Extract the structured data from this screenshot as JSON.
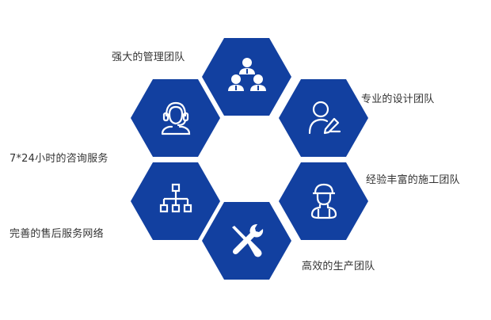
{
  "diagram": {
    "hex_color": "#1240a0",
    "icon_color": "#ffffff",
    "text_color": "#333333",
    "items": [
      {
        "id": "management",
        "label": "强大的管理团队",
        "icon": "team-hierarchy-icon"
      },
      {
        "id": "design",
        "label": "专业的设计团队",
        "icon": "user-edit-icon"
      },
      {
        "id": "construction",
        "label": "经验丰富的施工团队",
        "icon": "construction-worker-icon"
      },
      {
        "id": "production",
        "label": "高效的生产团队",
        "icon": "tools-icon"
      },
      {
        "id": "network",
        "label": "完善的售后服务网络",
        "icon": "network-tree-icon"
      },
      {
        "id": "service",
        "label": "7*24小时的咨询服务",
        "icon": "headset-support-icon"
      }
    ]
  }
}
